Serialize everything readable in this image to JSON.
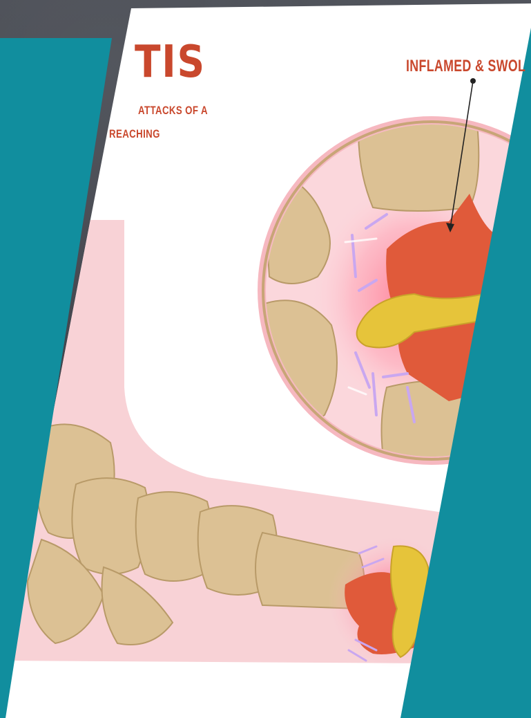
{
  "slide": {
    "title_fragment": "TIS",
    "subtitle_lines": [
      "ATTACKS OF A",
      "REACHING"
    ],
    "callout": "INFLAMED & SWOL"
  },
  "colors": {
    "slate_background": "#414450",
    "teal_panel": "#118e9e",
    "paper": "#ffffff",
    "skin_pink": "#f8d2d6",
    "bone": "#dcc194",
    "inflamed_tissue": "#e05a3a",
    "crystals": "#e6c43a",
    "title_red": "#c9482d"
  }
}
